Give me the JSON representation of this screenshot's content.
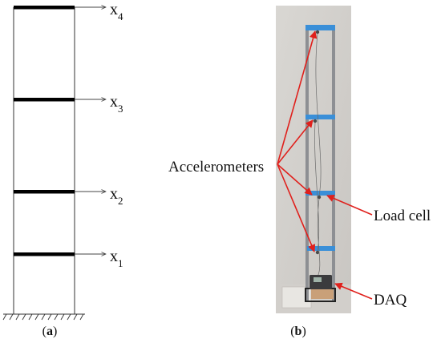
{
  "panel_a": {
    "caption_open": "(",
    "caption_letter": "a",
    "caption_close": ")",
    "floors": [
      {
        "var": "x",
        "sub": "4"
      },
      {
        "var": "x",
        "sub": "3"
      },
      {
        "var": "x",
        "sub": "2"
      },
      {
        "var": "x",
        "sub": "1"
      }
    ]
  },
  "panel_b": {
    "caption_open": "(",
    "caption_letter": "b",
    "caption_close": ")",
    "labels": {
      "accelerometers": "Accelerometers",
      "load_cell": "Load cell",
      "daq": "DAQ"
    }
  },
  "colors": {
    "annotation_red": "#e0201c",
    "tape_blue": "#3a8fd8",
    "frame_gray": "#8d8f93",
    "wall_bg": "#d6d4d1"
  }
}
